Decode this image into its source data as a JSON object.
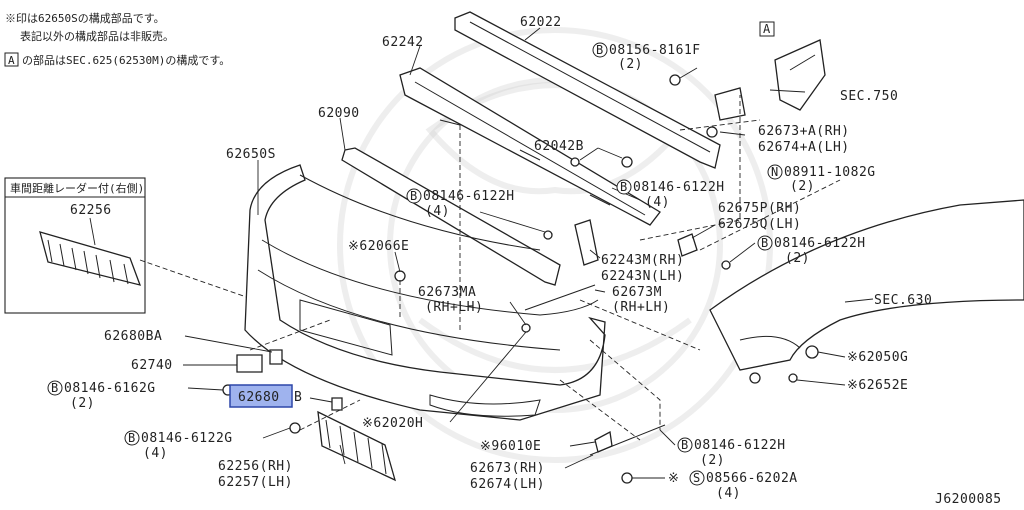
{
  "notes": {
    "line1": "※印は62650Sの構成部品です。",
    "line2": "表記以外の構成部品は非販売。",
    "line3": "の部品はSEC.625(62530M)の構成です。",
    "a_marker": "A"
  },
  "inset": {
    "title": "車間距離レーダー付(右側)",
    "part": "62256"
  },
  "labels": {
    "p62022": "62022",
    "p62242": "62242",
    "p62090": "62090",
    "p62650s": "62650S",
    "a_box": "A",
    "b_08156_a": "08156-8161F",
    "b_08156_b": "(2)",
    "sec750": "SEC.750",
    "p62673a_rh": "62673+A(RH)",
    "p62674a_lh": "62674+A(LH)",
    "n08911_a": "08911-1082G",
    "n08911_b": "(2)",
    "p62042b": "62042B",
    "b08146_1a": "08146-6122H",
    "b08146_1b": "(4)",
    "b08146_2a": "08146-6122H",
    "b08146_2b": "(4)",
    "p62675p": "62675P(RH)",
    "p62675q": "62675Q(LH)",
    "p62066e": "※62066E",
    "p62243m": "62243M(RH)",
    "p62243n": "62243N(LH)",
    "b08146_3a": "08146-6122H",
    "b08146_3b": "(2)",
    "p62673ma_a": "62673MA",
    "p62673ma_b": "(RH+LH)",
    "p62673m_a": "62673M",
    "p62673m_b": "(RH+LH)",
    "sec630": "SEC.630",
    "p62680ba": "62680BA",
    "p62740": "62740",
    "b08146_6162g_a": "08146-6162G",
    "b08146_6162g_b": "(2)",
    "p62680b_hl": "62680",
    "p62680b_suffix": "B",
    "p62050g": "※62050G",
    "p62652e": "※62652E",
    "p62020h": "※62020H",
    "b08146_4a": "08146-6122G",
    "b08146_4b": "(4)",
    "p96010e": "※96010E",
    "b08146_5a": "08146-6122H",
    "b08146_5b": "(2)",
    "p62256rh": "62256(RH)",
    "p62257lh": "62257(LH)",
    "p62673rh": "62673(RH)",
    "p62674lh": "62674(LH)",
    "s08566_a": "08566-6202A",
    "s08566_b": "(4)",
    "diagram_id": "J6200085"
  },
  "symbols": {
    "bolt_circle": "B",
    "nut_circle": "N",
    "screw_circle": "S",
    "asterisk": "※"
  },
  "colors": {
    "highlight_fill": "#9fb3ee",
    "highlight_stroke": "#2d46a8",
    "line": "#222222"
  }
}
